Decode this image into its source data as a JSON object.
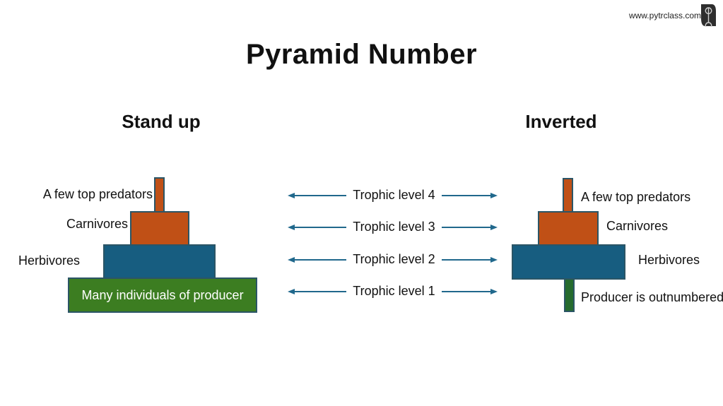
{
  "page": {
    "title": "Pyramid Number",
    "website": "www.pytrclass.com",
    "logo_icon": "pytrclass-leaf-logo"
  },
  "colors": {
    "orange": "#C05016",
    "blue": "#175D80",
    "green": "#3C7D21",
    "dark_green": "#256B2E",
    "bar_border": "#2B5566",
    "arrow": "#20688C",
    "text": "#111111",
    "bar_text": "#FFFFFF"
  },
  "standup": {
    "heading": "Stand up",
    "levels": [
      {
        "label": "A few top predators"
      },
      {
        "label": "Carnivores"
      },
      {
        "label": "Herbivores"
      },
      {
        "label": "Many individuals of producer"
      }
    ]
  },
  "trophic": {
    "rows": [
      {
        "label": "Trophic level 4"
      },
      {
        "label": "Trophic level 3"
      },
      {
        "label": "Trophic level 2"
      },
      {
        "label": "Trophic level 1"
      }
    ]
  },
  "inverted": {
    "heading": "Inverted",
    "levels": [
      {
        "label": "A few top predators"
      },
      {
        "label": "Carnivores"
      },
      {
        "label": "Herbivores"
      },
      {
        "label": "Producer is outnumbered"
      }
    ]
  }
}
